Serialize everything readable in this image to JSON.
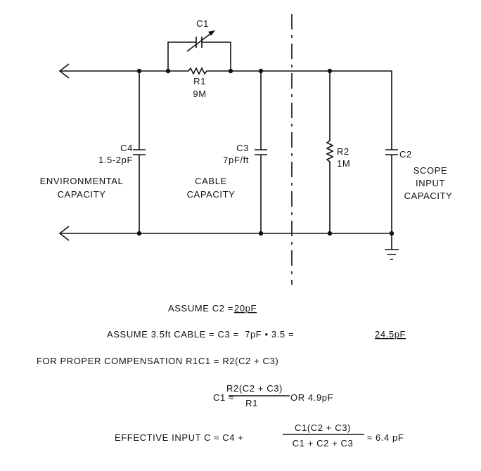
{
  "circuit": {
    "c1": {
      "name": "C1"
    },
    "r1": {
      "name": "R1",
      "value": "9M"
    },
    "c4": {
      "name": "C4",
      "value": "1.5-2pF",
      "caption": [
        "ENVIRONMENTAL",
        "CAPACITY"
      ]
    },
    "c3": {
      "name": "C3",
      "value": "7pF/ft",
      "caption": [
        "CABLE",
        "CAPACITY"
      ]
    },
    "r2": {
      "name": "R2",
      "value": "1M"
    },
    "c2": {
      "name": "C2",
      "caption": [
        "SCOPE",
        "INPUT",
        "CAPACITY"
      ]
    }
  },
  "equations": {
    "line1": {
      "text": "ASSUME C2 = ",
      "underlined": "20pF"
    },
    "line2": {
      "text": "ASSUME 3.5ft CABLE = C3 =  7pF • 3.5 = ",
      "underlined": "24.5pF"
    },
    "line3": {
      "text": "FOR PROPER COMPENSATION R1C1 = R2(C2 + C3)"
    },
    "line4": {
      "lhs": "C1 ≈",
      "numerator": "R2(C2 + C3)",
      "denominator": "R1",
      "rhs": "OR 4.9pF"
    },
    "line5": {
      "lhs": "EFFECTIVE INPUT C ≈ C4 +",
      "numerator": "C1(C2 + C3)",
      "denominator": "C1 + C2 + C3",
      "rhs": "≈ 6.4 pF"
    }
  }
}
